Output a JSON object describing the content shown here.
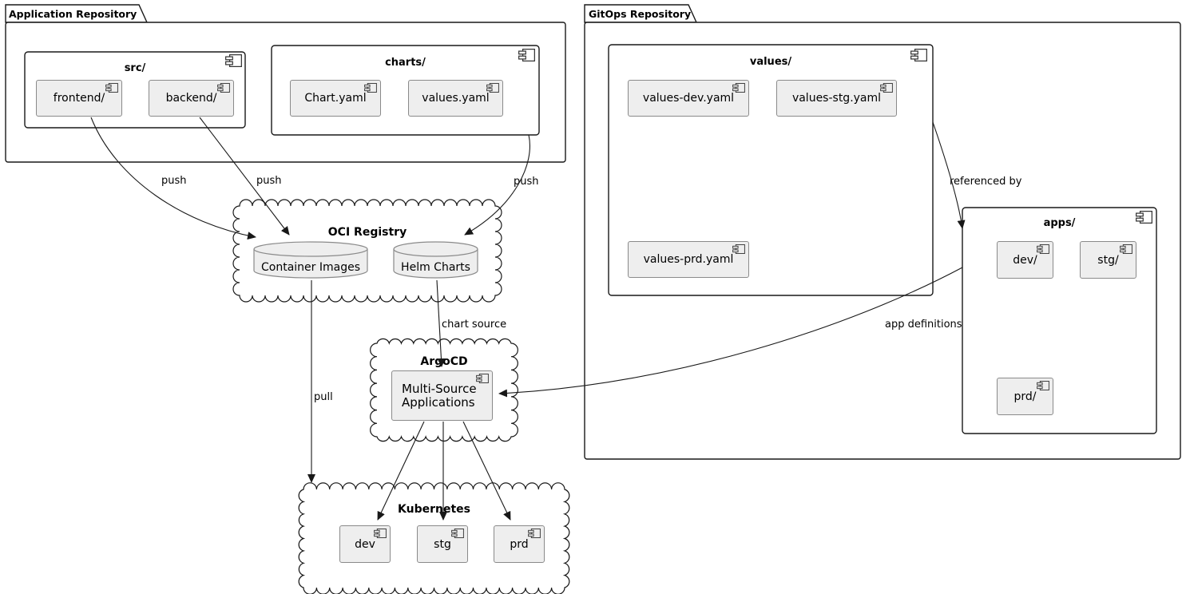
{
  "diagram": {
    "app_repo": {
      "title": "Application Repository",
      "src": {
        "title": "src/",
        "items": [
          "frontend/",
          "backend/"
        ]
      },
      "charts": {
        "title": "charts/",
        "items": [
          "Chart.yaml",
          "values.yaml"
        ]
      }
    },
    "gitops_repo": {
      "title": "GitOps Repository",
      "values": {
        "title": "values/",
        "items": [
          "values-dev.yaml",
          "values-stg.yaml",
          "values-prd.yaml"
        ]
      },
      "apps": {
        "title": "apps/",
        "items": [
          "dev/",
          "stg/",
          "prd/"
        ]
      }
    },
    "oci": {
      "title": "OCI Registry",
      "databases": [
        "Container Images",
        "Helm Charts"
      ]
    },
    "argocd": {
      "title": "ArgoCD",
      "component": "Multi-Source Applications"
    },
    "kubernetes": {
      "title": "Kubernetes",
      "items": [
        "dev",
        "stg",
        "prd"
      ]
    }
  },
  "edges": [
    {
      "from": "frontend/",
      "to": "Container Images",
      "label": "push"
    },
    {
      "from": "backend/",
      "to": "Container Images",
      "label": "push"
    },
    {
      "from": "values.yaml",
      "to": "Helm Charts",
      "label": "push"
    },
    {
      "from": "values/",
      "to": "apps/",
      "label": "referenced by"
    },
    {
      "from": "Helm Charts",
      "to": "Multi-Source Applications",
      "label": "chart source"
    },
    {
      "from": "Container Images",
      "to": "Kubernetes",
      "label": "pull"
    },
    {
      "from": "apps/",
      "to": "Multi-Source Applications",
      "label": "app definitions"
    },
    {
      "from": "Multi-Source Applications",
      "to": "dev",
      "label": ""
    },
    {
      "from": "Multi-Source Applications",
      "to": "stg",
      "label": ""
    },
    {
      "from": "Multi-Source Applications",
      "to": "prd",
      "label": ""
    }
  ],
  "colors": {
    "line": "#181818",
    "component_fill": "#eeeeee",
    "component_border": "#8a8a8a",
    "background": "#ffffff"
  }
}
